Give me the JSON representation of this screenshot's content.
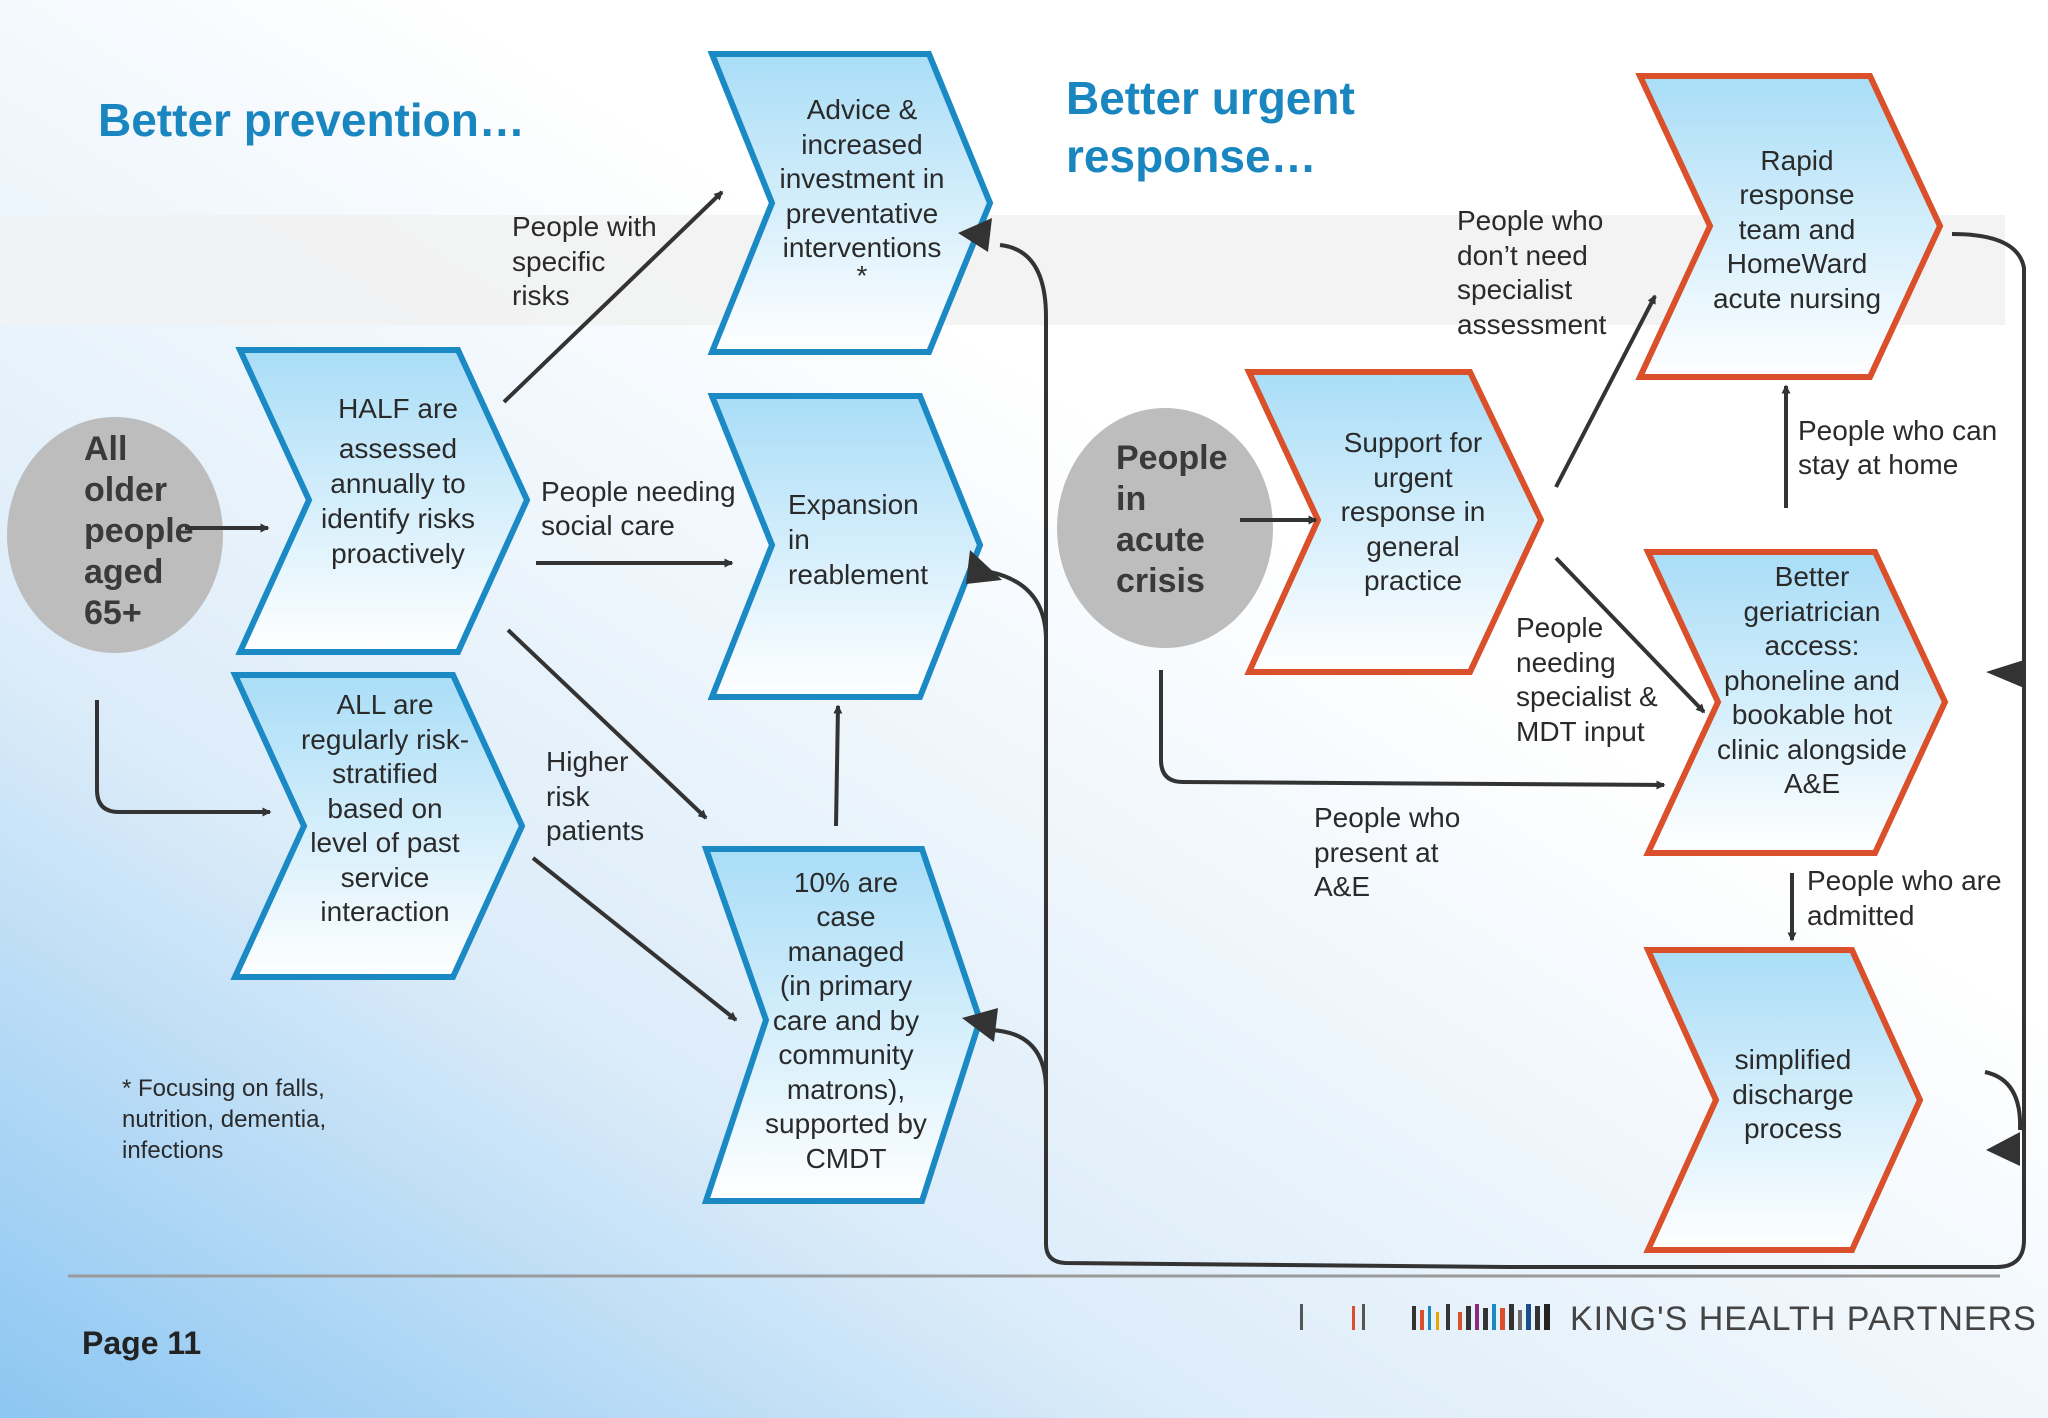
{
  "headings": {
    "prevention": "Better prevention…",
    "urgent_line1": "Better urgent",
    "urgent_line2": "response…"
  },
  "colors": {
    "heading": "#1a86c0",
    "prevention_border": "#1b8ac4",
    "urgent_border": "#d9502a",
    "shape_fill_top": "#a9ddf7",
    "shape_fill_bottom": "#ffffff",
    "circle": "#bdbdbd",
    "arrow": "#333333"
  },
  "circles": {
    "all_older": [
      "All",
      "older",
      "people",
      "aged",
      "65+"
    ],
    "acute": [
      "People",
      "in",
      "acute",
      "crisis"
    ]
  },
  "shapes": {
    "half": [
      "HALF are",
      "assessed",
      "annually to",
      "identify risks",
      "proactively"
    ],
    "all_risk": [
      "ALL are",
      "regularly risk-",
      "stratified",
      "based on",
      "level of past",
      "service",
      "interaction"
    ],
    "advice": [
      "Advice &",
      "increased",
      "investment in",
      "preventative",
      "interventions",
      "*"
    ],
    "reablement": [
      "Expansion",
      "in",
      "reablement"
    ],
    "case_managed": [
      "10% are",
      "case",
      "managed",
      "(in primary",
      "care and by",
      "community",
      "matrons),",
      "supported by",
      "CMDT"
    ],
    "support_gp": [
      "Support for",
      "urgent",
      "response in",
      "general",
      "practice"
    ],
    "rapid": [
      "Rapid",
      "response",
      "team and",
      "HomeWard",
      "acute nursing"
    ],
    "geriatrician": [
      "Better",
      "geriatrician",
      "access:",
      "phoneline and",
      "bookable hot",
      "clinic alongside",
      "A&E"
    ],
    "discharge": [
      "simplified",
      "discharge",
      "process"
    ]
  },
  "flow_labels": {
    "specific_risks": [
      "People with",
      "specific",
      "risks"
    ],
    "social_care": [
      "People needing",
      "social care"
    ],
    "higher_risk": [
      "Higher",
      "risk",
      "patients"
    ],
    "no_specialist": [
      "People who",
      "don’t need",
      "specialist",
      "assessment"
    ],
    "stay_home": [
      "People who can",
      "stay at home"
    ],
    "specialist_mdt": [
      "People",
      "needing",
      "specialist &",
      "MDT input"
    ],
    "present_ae": [
      "People who",
      "present at",
      "A&E"
    ],
    "admitted": [
      "People who are",
      "admitted"
    ]
  },
  "footnote": [
    "* Focusing on falls,",
    "nutrition, dementia,",
    "infections"
  ],
  "page": "Page 11",
  "logo": "KING'S HEALTH PARTNERS"
}
